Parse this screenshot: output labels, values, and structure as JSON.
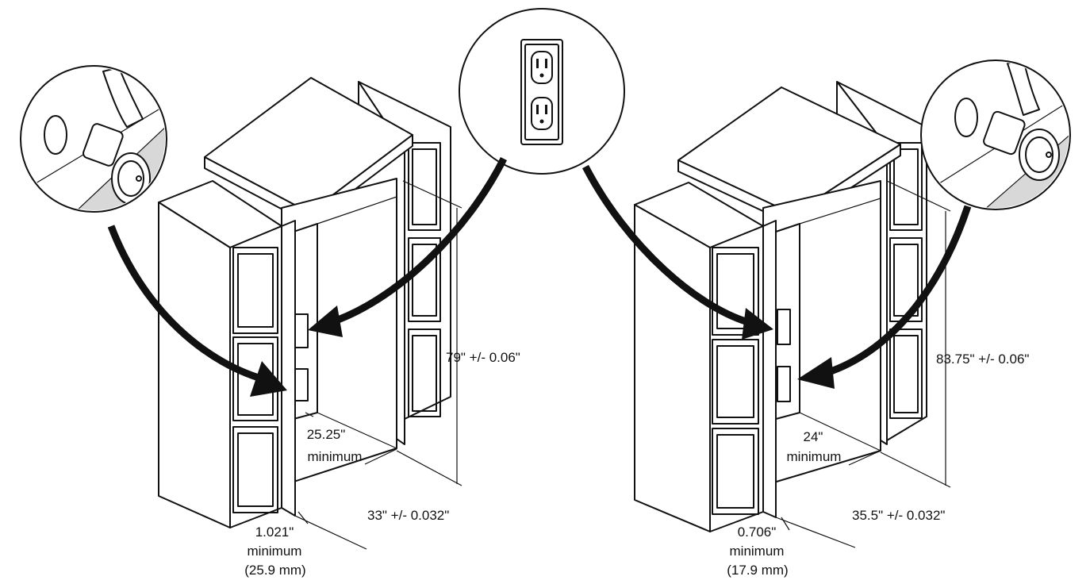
{
  "figure": {
    "left": {
      "height": "79\" +/- 0.06\"",
      "depth": "33\" +/- 0.032\"",
      "width_value": "25.25\"",
      "width_note": "minimum",
      "side_gap_value": "1.021\"",
      "side_gap_note": "minimum",
      "side_gap_mm": "(25.9 mm)"
    },
    "right": {
      "height": "83.75\" +/- 0.06\"",
      "depth": "35.5\" +/- 0.032\"",
      "width_value": "24\"",
      "width_note": "minimum",
      "side_gap_value": "0.706\"",
      "side_gap_note": "minimum",
      "side_gap_mm": "(17.9 mm)"
    }
  }
}
